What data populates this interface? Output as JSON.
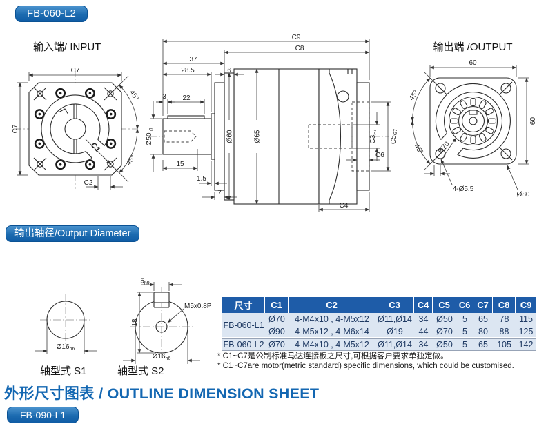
{
  "badges": {
    "top": "FB-060-L2",
    "middle": "输出轴径/Output Diameter",
    "bottom": "FB-090-L1"
  },
  "input_view": {
    "title": "输入端/ INPUT",
    "dims": {
      "c7_top": "C7",
      "c7_left": "C7",
      "c1": "C1",
      "c2": "C2",
      "angle_upper": "45°",
      "angle_lower": "45°"
    }
  },
  "section_view": {
    "dims": {
      "c9": "C9",
      "c8": "C8",
      "d37": "37",
      "d28_5": "28.5",
      "d6": "6",
      "d3": "3",
      "d22": "22",
      "d15": "15",
      "d1_5": "1.5",
      "d7": "7",
      "dia50": "Ø50",
      "dia50_tol": "h7",
      "dia60": "Ø60",
      "dia65": "Ø65",
      "c3": "C3",
      "c3_tol": "F7",
      "c5": "C5",
      "c5_tol": "G7",
      "c6": "C6",
      "c4": "C4"
    }
  },
  "output_view": {
    "title": "输出端 /OUTPUT",
    "dims": {
      "width": "60",
      "height": "60",
      "dia70": "Ø70",
      "corner_holes": "4-Ø5.5",
      "dia80": "Ø80",
      "angle_upper": "45°",
      "angle_lower": "45°"
    }
  },
  "shafts": {
    "s1": {
      "label": "轴型式  S1",
      "dia": "Ø16",
      "dia_tol": "h6"
    },
    "s2": {
      "label": "轴型式  S2",
      "dia": "Ø16",
      "dia_tol": "h6",
      "key_width": "5",
      "key_tol": "h9",
      "total_height": "18",
      "tap": "M5x0.8P"
    }
  },
  "table": {
    "headers": [
      "尺寸",
      "C1",
      "C2",
      "C3",
      "C4",
      "C5",
      "C6",
      "C7",
      "C8",
      "C9"
    ],
    "rows": [
      {
        "model": "FB-060-L1",
        "cells": [
          "Ø70",
          "4-M4x10 , 4-M5x12",
          "Ø11,Ø14",
          "34",
          "Ø50",
          "5",
          "65",
          "78",
          "115"
        ]
      },
      {
        "model": "",
        "cells": [
          "Ø90",
          "4-M5x12 , 4-M6x14",
          "Ø19",
          "44",
          "Ø70",
          "5",
          "80",
          "88",
          "125"
        ]
      },
      {
        "model": "FB-060-L2",
        "cells": [
          "Ø70",
          "4-M4x10 , 4-M5x12",
          "Ø11,Ø14",
          "34",
          "Ø50",
          "5",
          "65",
          "105",
          "142"
        ]
      }
    ]
  },
  "notes": [
    "* C1~C7是公制标准马达连接板之尺寸,可根据客户要求单独定做。",
    "* C1~C7are motor(metric standard) specific dimensions, which could be customised."
  ],
  "sheet_title": "外形尺寸图表 / OUTLINE DIMENSION SHEET",
  "colors": {
    "badge_blue": "#1c6bb0",
    "badge_border": "#0b5294",
    "table_header_bg": "#1e5ca8",
    "table_body_bg": "#dce6f2",
    "table_text": "#1f3a63",
    "title_blue": "#1367b2",
    "line": "#2c2c2c"
  }
}
